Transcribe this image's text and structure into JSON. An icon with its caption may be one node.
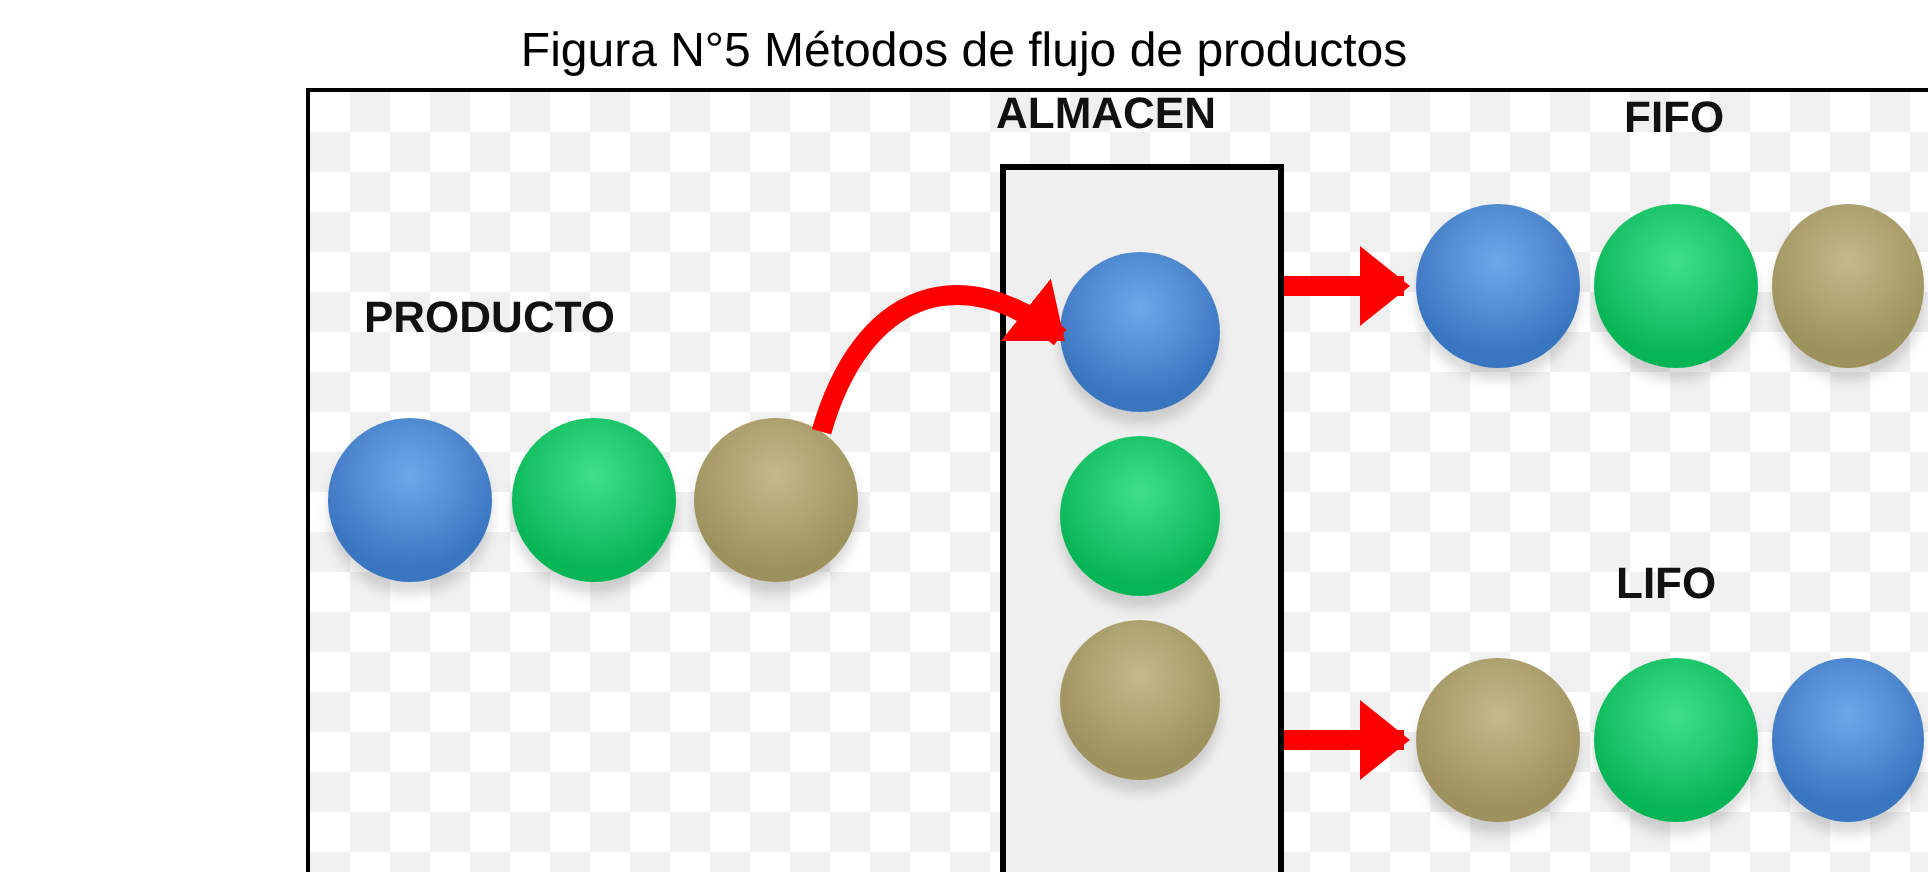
{
  "diagram": {
    "title": "Figura N°5 Métodos de flujo de productos",
    "nodes": [
      {
        "text": [],
        "shape": "circle"
      },
      {
        "text": [],
        "shape": "circle"
      },
      {
        "text": [],
        "shape": "circle"
      },
      {
        "text": [
          "ALMACEN"
        ]
      },
      {
        "text": [],
        "shape": "circle",
        "in": 3
      },
      {
        "text": [],
        "shape": "circle",
        "in": 3
      },
      {
        "text": [],
        "shape": "circle",
        "in": 3
      },
      {
        "text": [],
        "shape": "circle"
      },
      {
        "text": [],
        "shape": "circle"
      },
      {
        "text": [],
        "shape": "circle"
      },
      {
        "text": [],
        "shape": "circle"
      },
      {
        "text": [],
        "shape": "circle"
      },
      {
        "text": [],
        "shape": "circle"
      }
    ],
    "edges": [
      {
        "from": 2,
        "to": 4,
        "arrow": "to"
      },
      {
        "from": 3,
        "to": 7,
        "arrow": "to"
      },
      {
        "from": 3,
        "to": 10,
        "arrow": "to"
      }
    ],
    "labels": [
      "PRODUCTO",
      "FIFO",
      "LIFO"
    ]
  }
}
